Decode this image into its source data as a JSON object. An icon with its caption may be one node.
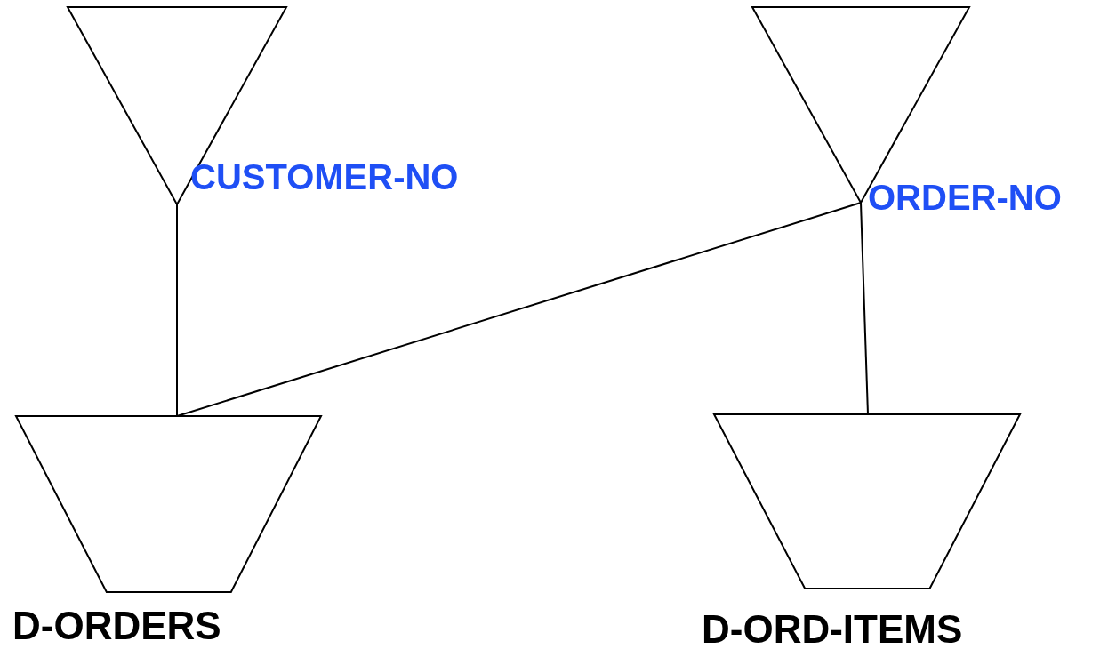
{
  "diagram": {
    "nodes": [
      {
        "text": [],
        "shape": "triangle",
        "beside": [
          "CUSTOMER-NO"
        ]
      },
      {
        "text": [],
        "shape": "triangle",
        "beside": [
          "ORDER-NO"
        ]
      },
      {
        "text": [
          "D-ORDERS"
        ]
      },
      {
        "text": [
          "D-ORD-ITEMS"
        ]
      }
    ],
    "edges": [
      {
        "from": 0,
        "to": 2,
        "arrow": "none"
      },
      {
        "from": 1,
        "to": 2,
        "arrow": "none"
      },
      {
        "from": 1,
        "to": 3,
        "arrow": "none"
      }
    ]
  }
}
